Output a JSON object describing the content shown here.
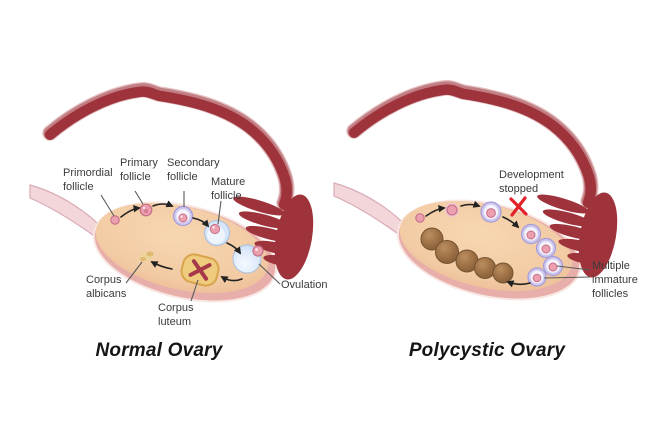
{
  "diagram": {
    "left": {
      "title": "Normal Ovary",
      "labels": {
        "primordial": "Primordial\nfollicle",
        "primary": "Primary\nfollicle",
        "secondary": "Secondary\nfollicle",
        "mature": "Mature\nfollicle",
        "corpus_albicans": "Corpus\nalbicans",
        "corpus_luteum": "Corpus\nluteum",
        "ovulation": "Ovulation"
      }
    },
    "right": {
      "title": "Polycystic Ovary",
      "labels": {
        "development_stopped": "Development\nstopped",
        "multiple_immature": "Multiple\nimmature\nfollicles"
      }
    },
    "colors": {
      "tube": "#9e333c",
      "tube_highlight": "#c27e83",
      "tube_outline": "#e3bfc1",
      "ovary_fill": "#f2cba4",
      "ovary_rim": "#e8aeaa",
      "ovary_stroke": "#f8e7e3",
      "stalk": "#f2d6d9",
      "stalk_edge": "#d9aab6",
      "follicle_pink": "#ec9fae",
      "follicle_pink_edge": "#c56f86",
      "follicle_ring": "#cfc8ee",
      "follicle_ring_edge": "#a59cd8",
      "mature_blue": "#d6e6f8",
      "mature_blue_edge": "#aabfe2",
      "corpus_luteum_fill": "#efcb7d",
      "corpus_luteum_edge": "#d8a44c",
      "corpus_star": "#a53849",
      "corpus_albicans_fill": "#ecd49b",
      "corpus_albicans_spot": "#dcb96e",
      "immature_brown": "#9c6f44",
      "immature_brown_edge": "#74522f",
      "stop_x_red": "#e32128",
      "arrow_black": "#222222",
      "leader_gray": "#5a5a5a",
      "label_color": "#3b3b3b",
      "title_color": "#151515"
    }
  }
}
